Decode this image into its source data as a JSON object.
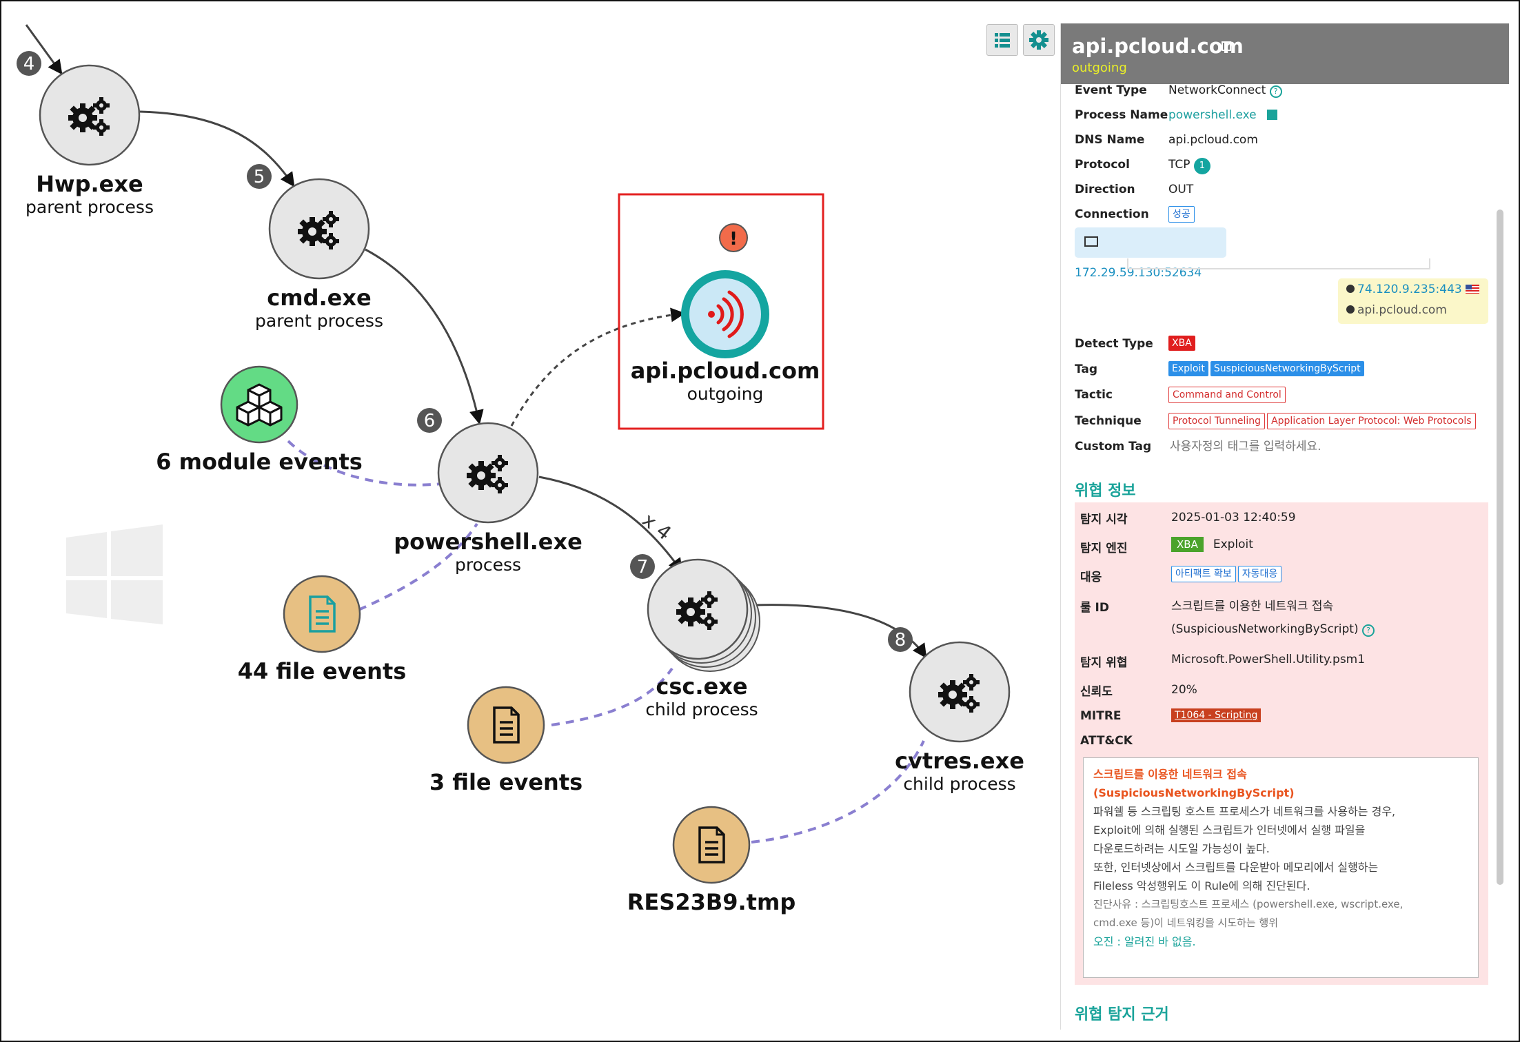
{
  "graph": {
    "nodes": {
      "hwp": {
        "name": "Hwp.exe",
        "sub": "parent process",
        "step": "4"
      },
      "cmd": {
        "name": "cmd.exe",
        "sub": "parent process",
        "step": "5"
      },
      "powershell": {
        "name": "powershell.exe",
        "sub": "process",
        "step": "6"
      },
      "csc": {
        "name": "csc.exe",
        "sub": "child process",
        "step": "7"
      },
      "cvtres": {
        "name": "cvtres.exe",
        "sub": "child process",
        "step": "8"
      },
      "pcloud": {
        "name": "api.pcloud.com",
        "sub": "outgoing"
      },
      "modules": {
        "name": "6 module events"
      },
      "files44": {
        "name": "44 file events"
      },
      "files3": {
        "name": "3 file events"
      },
      "res": {
        "name": "RES23B9.tmp"
      }
    },
    "edge_multiplier": "x 4",
    "alert_glyph": "!",
    "icons": [
      "gears-icon",
      "network-signal-icon",
      "cubes-icon",
      "file-icon",
      "windows-logo-icon",
      "alert-icon"
    ]
  },
  "toolbar": {
    "list_icon": "list-icon",
    "settings_icon": "gear-icon"
  },
  "panel": {
    "title": "api.pcloud.com",
    "subtitle": "outgoing",
    "fields": {
      "event_type": {
        "label": "Event Type",
        "value": "NetworkConnect"
      },
      "process_name": {
        "label": "Process Name",
        "value": "powershell.exe"
      },
      "dns_name": {
        "label": "DNS Name",
        "value": "api.pcloud.com"
      },
      "protocol": {
        "label": "Protocol",
        "value": "TCP",
        "badge": "1"
      },
      "direction": {
        "label": "Direction",
        "value": "OUT"
      },
      "connection": {
        "label": "Connection",
        "value": "성공"
      }
    },
    "conn_source": "172.29.59.130:52634",
    "conn_dest_ip": "74.120.9.235:443",
    "conn_dest_host": "api.pcloud.com",
    "detect_type": {
      "label": "Detect Type",
      "value": "XBA"
    },
    "tag": {
      "label": "Tag",
      "values": [
        "Exploit",
        "SuspiciousNetworkingByScript"
      ]
    },
    "tactic": {
      "label": "Tactic",
      "value": "Command and Control"
    },
    "technique": {
      "label": "Technique",
      "values": [
        "Protocol Tunneling",
        "Application Layer Protocol: Web Protocols"
      ]
    },
    "custom_tag": {
      "label": "Custom Tag",
      "placeholder": "사용자정의 태그를 입력하세요."
    },
    "threat_section": "위협 정보",
    "threat": {
      "time_label": "탐지 시각",
      "time": "2025-01-03 12:40:59",
      "engine_label": "탐지 엔진",
      "engine_badge": "XBA",
      "engine": "Exploit",
      "response_label": "대응",
      "responses": [
        "아티팩트 확보",
        "자동대응"
      ],
      "rule_label": "룰 ID",
      "rule_line1": "스크립트를 이용한 네트워크 접속",
      "rule_line2": "(SuspiciousNetworkingByScript)",
      "threat_label": "탐지 위협",
      "threat_value": "Microsoft.PowerShell.Utility.psm1",
      "confidence_label": "신뢰도",
      "confidence": "20%",
      "mitre_label": "MITRE",
      "attck_label": "ATT&CK",
      "mitre_value": "T1064 - Scripting"
    },
    "description": {
      "title1": "스크립트를 이용한 네트워크 접속",
      "title2": "(SuspiciousNetworkingByScript)",
      "l1": "파워쉘 등 스크립팅 호스트 프로세스가 네트워크를 사용하는 경우,",
      "l2": "Exploit에 의해 실행된 스크립트가 인터넷에서 실행 파일을",
      "l3": "다운로드하려는 시도일 가능성이 높다.",
      "l4": "또한, 인터넷상에서 스크립트를 다운받아 메모리에서 실행하는",
      "l5": "Fileless 악성행위도 이 Rule에 의해 진단된다.",
      "l6": "진단사유 : 스크립팅호스트 프로세스 (powershell.exe, wscript.exe,",
      "l7": "cmd.exe 등)이 네트워킹을 시도하는 행위",
      "l8": "오진 : 알려진 바 없음."
    },
    "evidence_section": "위협 탐지 근거"
  }
}
